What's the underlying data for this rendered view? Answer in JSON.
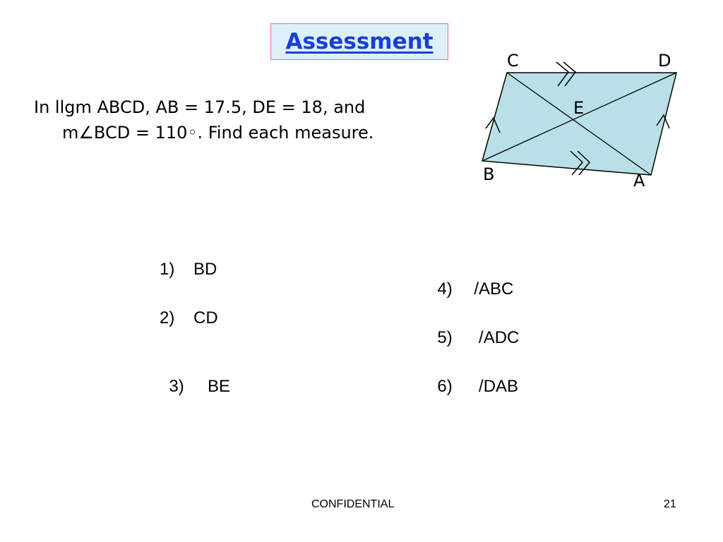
{
  "title": "Assessment",
  "problem": {
    "line1": "In llgm ABCD, AB = 17.5, DE = 18, and",
    "line2_prefix": "m",
    "line2_angle": "∠",
    "line2_rest": "BCD = 110",
    "degree": "◦",
    "line2_end": ". Find each measure."
  },
  "diagram": {
    "vertex_labels": {
      "C": "C",
      "D": "D",
      "E": "E",
      "B": "B",
      "A": "A"
    },
    "fill_color": "#b9e0e6"
  },
  "questions": [
    {
      "num": "1)",
      "angle": "",
      "text": "BD"
    },
    {
      "num": "2)",
      "angle": "",
      "text": "CD"
    },
    {
      "num": "3)",
      "angle": "",
      "text": " BE"
    },
    {
      "num": "4)",
      "angle": "/",
      "text": "ABC"
    },
    {
      "num": "5)",
      "angle": " /",
      "text": "ADC"
    },
    {
      "num": "6)",
      "angle": " /",
      "text": "DAB"
    }
  ],
  "footer": {
    "center": "CONFIDENTIAL",
    "page": "21"
  }
}
